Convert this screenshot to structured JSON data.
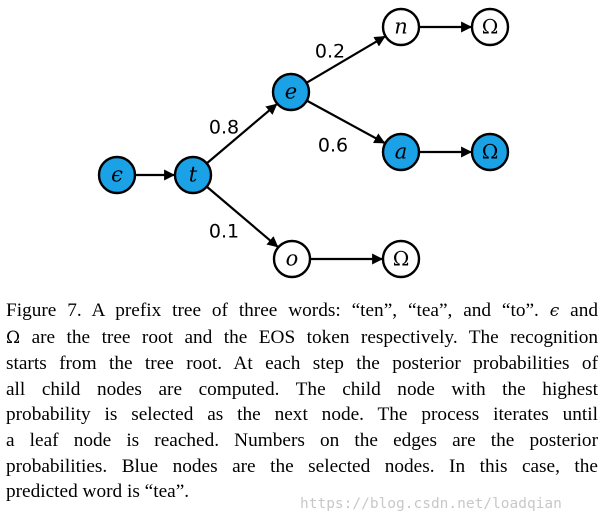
{
  "diagram": {
    "colors": {
      "selected": "#1aa1e6",
      "unselected": "#ffffff",
      "stroke": "#000000"
    },
    "nodes": [
      {
        "id": "root",
        "label": "ϵ",
        "selected": true
      },
      {
        "id": "t",
        "label": "t",
        "selected": true
      },
      {
        "id": "e",
        "label": "e",
        "selected": true
      },
      {
        "id": "n",
        "label": "n",
        "selected": false
      },
      {
        "id": "n_eos",
        "label": "Ω",
        "selected": false
      },
      {
        "id": "a",
        "label": "a",
        "selected": true
      },
      {
        "id": "a_eos",
        "label": "Ω",
        "selected": true
      },
      {
        "id": "o",
        "label": "o",
        "selected": false
      },
      {
        "id": "o_eos",
        "label": "Ω",
        "selected": false
      }
    ],
    "edges": [
      {
        "from": "root",
        "to": "t",
        "label": ""
      },
      {
        "from": "t",
        "to": "e",
        "label": "0.8"
      },
      {
        "from": "t",
        "to": "o",
        "label": "0.1"
      },
      {
        "from": "e",
        "to": "n",
        "label": "0.2"
      },
      {
        "from": "e",
        "to": "a",
        "label": "0.6"
      },
      {
        "from": "n",
        "to": "n_eos",
        "label": ""
      },
      {
        "from": "a",
        "to": "a_eos",
        "label": ""
      },
      {
        "from": "o",
        "to": "o_eos",
        "label": ""
      }
    ]
  },
  "caption": {
    "lines": [
      {
        "parts": [
          {
            "text": "Figure 7. A prefix tree of three words: “ten”, “tea”, and “to”. "
          },
          {
            "sym": "ϵ"
          },
          {
            "text": " and"
          }
        ]
      },
      {
        "parts": [
          {
            "sym": "Ω"
          },
          {
            "text": " are the tree root and the EOS token respectively. The recognition"
          }
        ]
      },
      {
        "parts": [
          {
            "text": "starts from the tree root. At each step the posterior probabilities of"
          }
        ]
      },
      {
        "parts": [
          {
            "text": "all child nodes are computed.  The child node with the highest"
          }
        ]
      },
      {
        "parts": [
          {
            "text": "probability is selected as the next node. The process iterates until"
          }
        ]
      },
      {
        "parts": [
          {
            "text": "a leaf node is reached.  Numbers on the edges are the posterior"
          }
        ]
      },
      {
        "parts": [
          {
            "text": "probabilities. Blue nodes are the selected nodes. In this case, the"
          }
        ]
      },
      {
        "parts": [
          {
            "text": "predicted word is “tea”."
          }
        ]
      }
    ]
  },
  "watermark": "https://blog.csdn.net/loadqian"
}
